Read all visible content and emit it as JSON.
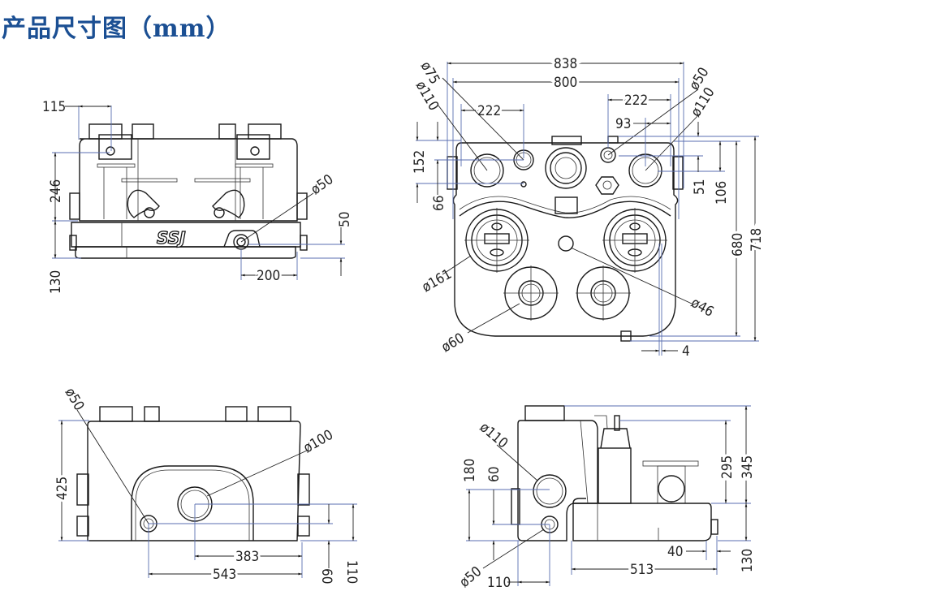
{
  "title": "产品尺寸图（mm）",
  "unit": "mm",
  "brand_logo": "SSJ",
  "views": {
    "front": {
      "dims": {
        "top_offset": "115",
        "inlet_height": "246",
        "base_height": "130",
        "outlet_dia": "ø50",
        "outlet_height": "50",
        "outlet_offset": "200"
      }
    },
    "top": {
      "dims": {
        "width_overall": "838",
        "width_body": "800",
        "dia75": "ø75",
        "dia110_left": "ø110",
        "spacing_left": "222",
        "spacing_right": "222",
        "offset_93": "93",
        "dia50": "ø50",
        "dia110_right": "ø110",
        "h152": "152",
        "h66": "66",
        "h51": "51",
        "h106": "106",
        "depth_680": "680",
        "depth_718": "718",
        "dia161": "ø161",
        "dia46": "ø46",
        "dia60": "ø60",
        "offset4": "4"
      }
    },
    "side": {
      "dims": {
        "dia50": "ø50",
        "dia100": "ø100",
        "height_425": "425",
        "h383": "383",
        "h543": "543",
        "h60": "60",
        "h110": "110"
      }
    },
    "rear": {
      "dims": {
        "dia110": "ø110",
        "h180": "180",
        "h60": "60",
        "h295": "295",
        "h345": "345",
        "dia50": "ø50",
        "w110": "110",
        "w513": "513",
        "w40": "40",
        "h130": "130"
      }
    }
  }
}
